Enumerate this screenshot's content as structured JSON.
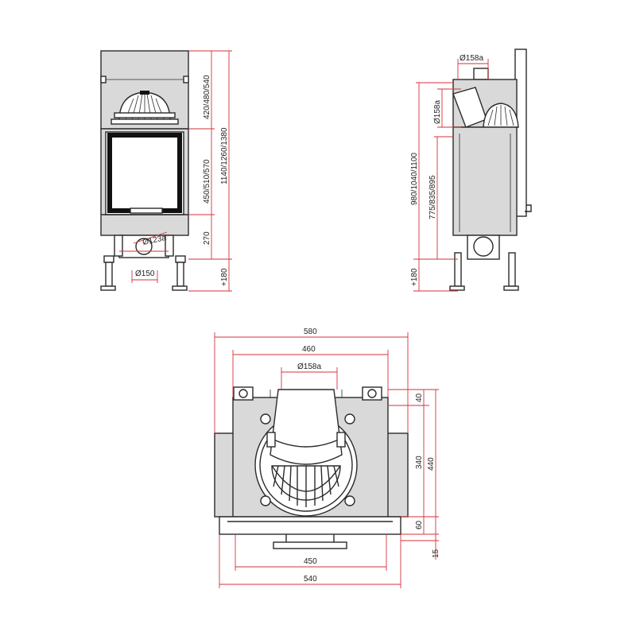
{
  "accent_color": "#d4313a",
  "line_color": "#2b2b2b",
  "fill_color": "#d9d9d9",
  "front_view": {
    "dim_top_height": "420/480/540",
    "dim_door_height": "450/510/570",
    "dim_total_height": "1140/1260/1380",
    "dim_base_height": "270",
    "dim_legs": "+180",
    "dim_air_inlet": "Ø150",
    "dim_inlet_label": "Ø123a"
  },
  "side_view": {
    "dim_flue_top": "Ø158a",
    "dim_flue_side": "Ø158a",
    "dim_outer_height": "980/1040/1100",
    "dim_inner_height": "775/835/895",
    "dim_legs": "+180"
  },
  "top_view": {
    "dim_outer_width": "580",
    "dim_inner_width": "460",
    "dim_flue": "Ø158a",
    "dim_depth_a": "40",
    "dim_depth_b": "340",
    "dim_depth_c": "440",
    "dim_depth_d": "60",
    "dim_depth_e": "15",
    "dim_bottom_inner": "450",
    "dim_bottom_outer": "540"
  }
}
